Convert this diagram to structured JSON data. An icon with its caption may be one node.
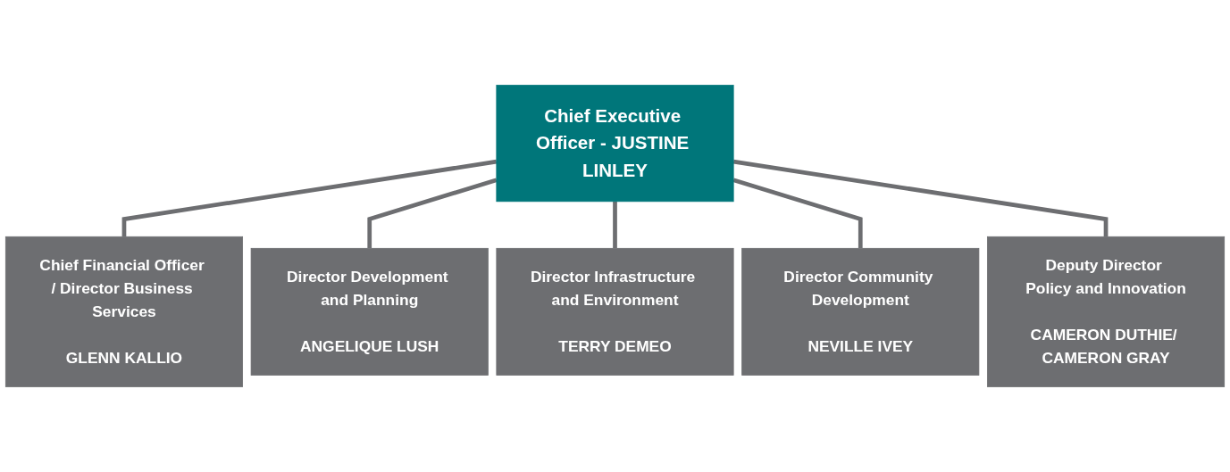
{
  "diagram": {
    "nodes": [
      {
        "text": [
          "Chief Executive Officer - JUSTINE LINLEY"
        ]
      },
      {
        "text": [
          "Chief Financial Officer / Director Business Services",
          "GLENN KALLIO"
        ]
      },
      {
        "text": [
          "Director Development and Planning",
          "ANGELIQUE LUSH"
        ]
      },
      {
        "text": [
          "Director Infrastructure and Environment",
          "TERRY DEMEO"
        ]
      },
      {
        "text": [
          "Director Community Development",
          "NEVILLE IVEY"
        ]
      },
      {
        "text": [
          "Deputy Director Policy and Innovation",
          "CAMERON DUTHIE/ CAMERON GRAY"
        ]
      }
    ],
    "edges": [
      {
        "from": 0,
        "to": 1,
        "arrow": "none"
      },
      {
        "from": 0,
        "to": 2,
        "arrow": "none"
      },
      {
        "from": 0,
        "to": 3,
        "arrow": "none"
      },
      {
        "from": 0,
        "to": 4,
        "arrow": "none"
      },
      {
        "from": 0,
        "to": 5,
        "arrow": "none"
      }
    ]
  }
}
